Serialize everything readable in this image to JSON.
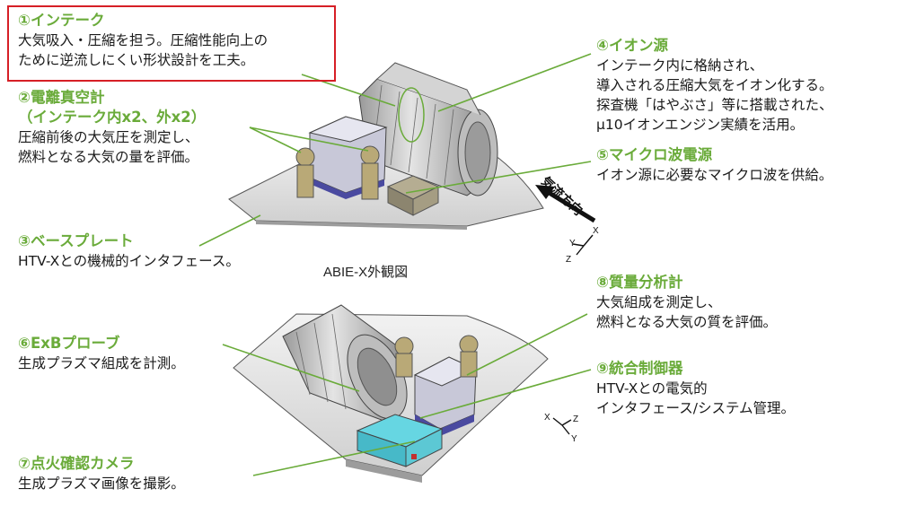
{
  "callouts": [
    {
      "title": "①インテーク",
      "lines": [
        "大気吸入・圧縮を担う。圧縮性能向上の",
        "ために逆流しにくい形状設計を工夫。"
      ]
    },
    {
      "title": "②電離真空計",
      "subtitle": "（インテーク内x2、外x2）",
      "lines": [
        "圧縮前後の大気圧を測定し、",
        "燃料となる大気の量を評価。"
      ]
    },
    {
      "title": "③ベースプレート",
      "lines": [
        "HTV-Xとの機械的インタフェース。"
      ]
    },
    {
      "title": "④イオン源",
      "lines": [
        "インテーク内に格納され、",
        "導入される圧縮大気をイオン化する。",
        "探査機「はやぶさ」等に搭載された、",
        "μ10イオンエンジン実績を活用。"
      ]
    },
    {
      "title": "⑤マイクロ波電源",
      "lines": [
        "イオン源に必要なマイクロ波を供給。"
      ]
    },
    {
      "title": "⑥ExBプローブ",
      "lines": [
        "生成プラズマ組成を計測。"
      ]
    },
    {
      "title": "⑦点火確認カメラ",
      "lines": [
        "生成プラズマ画像を撮影。"
      ]
    },
    {
      "title": "⑧質量分析計",
      "lines": [
        "大気組成を測定し、",
        "燃料となる大気の質を評価。"
      ]
    },
    {
      "title": "⑨統合制御器",
      "lines": [
        "HTV-Xとの電気的",
        "インタフェース/システム管理。"
      ]
    }
  ],
  "caption": "ABIE-X外観図",
  "flow_label": "気流方向",
  "axes_top": {
    "a": "Y",
    "b": "X",
    "c": "Z"
  },
  "axes_bottom": {
    "a": "X",
    "b": "Z",
    "c": "Y"
  },
  "colors": {
    "accent": "#6aab3a",
    "highlight": "#d61f26",
    "text": "#1a1a1a"
  }
}
